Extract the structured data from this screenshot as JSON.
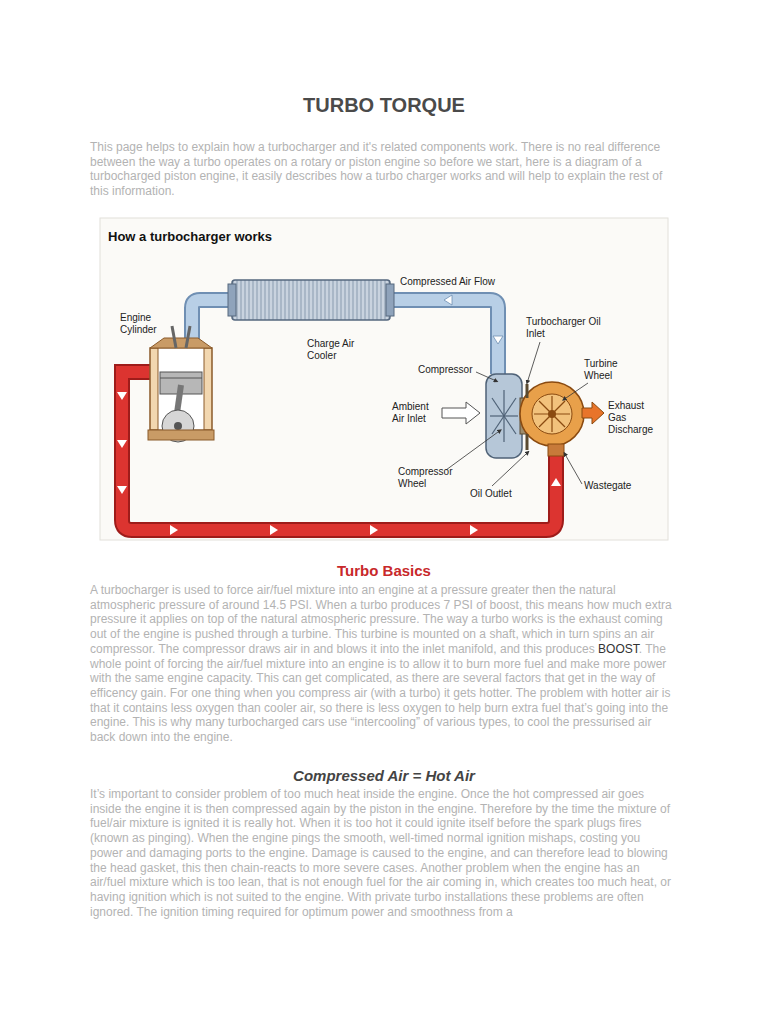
{
  "diagram": {
    "title": "TURBO TORQUE",
    "labels": [
      "This page helps to explain how a turbocharger and it's related components work. There is no real difference between the way a turbo operates on a rotary or piston engine so before we start, here is a diagram of a turbocharged piston engine, it easily describes how a turbo charger works and will help to explain the rest of this information.",
      "How a turbocharger works",
      "Compressed Air Flow",
      "Engine Cylinder",
      "Charge Air Cooler",
      "Turbocharger Oil Inlet",
      "Compressor",
      "Turbine Wheel",
      "Ambient Air Inlet",
      "Exhaust Gas Discharge",
      "Compressor Wheel",
      "Oil Outlet",
      "Wastegate",
      "Turbo Basics",
      "A turbocharger is used to force air/fuel mixture into an engine at a pressure greater then the natural atmospheric pressure of around 14.5 PSI. When a turbo produces 7 PSI of boost, this means how much extra pressure it applies on top of the natural atmospheric pressure. The way a turbo works is the exhaust coming out of the engine is pushed through a turbine. This turbine is mounted on a shaft, which in turn spins an air compressor. The compressor draws air in and blows it into the inlet manifold, and this produces",
      "BOOST",
      ". The whole point of forcing the air/fuel mixture into an engine is to allow it to burn more fuel and make more power with the same engine capacity. This can get complicated, as there are several factors that get in the way of efficency gain. For one thing when you compress air (with a turbo) it gets hotter. The problem with hotter air is that it contains less oxygen than cooler air, so there is less oxygen to help burn extra fuel that’s going into the engine. This is why many turbocharged cars use “intercooling” of various types, to cool the pressurised air back down into the engine.",
      "Compressed Air = Hot Air",
      "It’s important to consider problem of too much heat inside the engine. Once the hot compressed air goes inside the engine it is then compressed again by the piston in the engine. Therefore by the time the mixture of fuel/air mixture is ignited it is really hot. When it is too hot it could ignite itself before the spark plugs fires (known as pinging). When the engine pings the smooth, well-timed normal ignition mishaps, costing you power and damaging ports to the engine. Damage is caused to the engine, and can therefore lead to blowing the head gasket, this then chain-reacts to more severe cases. Another problem when the engine has an air/fuel mixture which is too lean, that is not enough fuel for the air coming in, which creates too much heat, or having ignition which is not suited to the engine. With private turbo installations these problems are often ignored. The ignition timing required for optimum power and smoothness from a"
    ]
  }
}
